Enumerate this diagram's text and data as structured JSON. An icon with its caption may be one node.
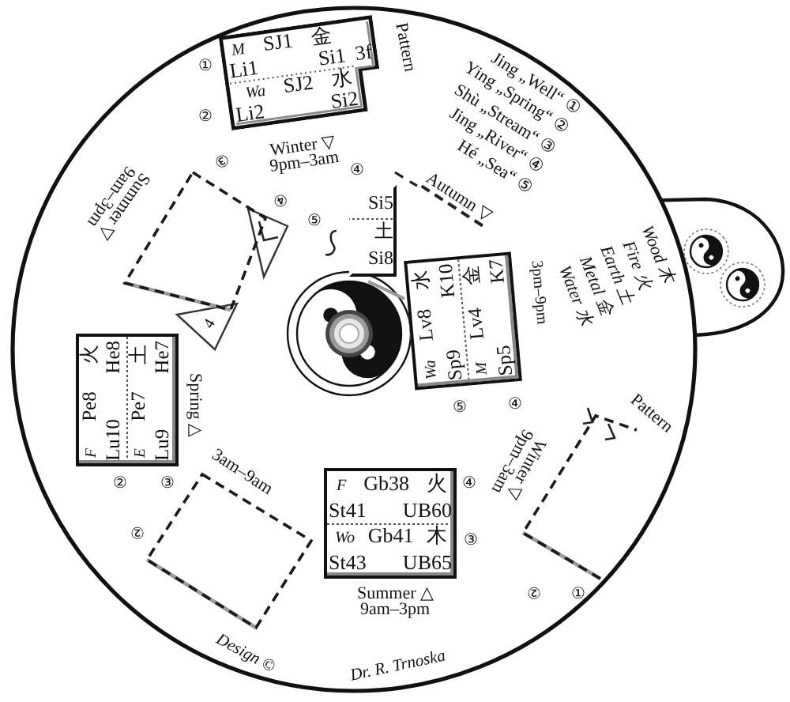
{
  "diagram": {
    "nodes": [
      {
        "text": [
          "*M* SJ1 金",
          "Li1 Si1",
          "3f",
          "*Wa* SJ2 水",
          "Li2 Si2"
        ],
        "beside": [
          "①",
          "②",
          "Winter ▽ 9pm–3am"
        ]
      },
      {
        "text": [],
        "shape": "box",
        "beside": [
          "③",
          "④",
          "Summer ▽ 9am–3pm"
        ]
      },
      {
        "text": [
          "Si5",
          "土",
          "Si8"
        ],
        "beside": [
          "④",
          "⑤"
        ]
      },
      {
        "text": [
          "*Wa* Lv8 水",
          "Sp9 K10",
          "*M* Lv4 金",
          "Sp5 K7"
        ],
        "beside": [
          "⑤",
          "④",
          "Autumn ▽",
          "3pm–9pm"
        ]
      },
      {
        "text": [
          "*F* Pe8 火",
          "Lu10 He8",
          "*E* Pe7 土",
          "Lu9 He7"
        ],
        "beside": [
          "②",
          "③",
          "Spring △"
        ]
      },
      {
        "text": [
          "*F* Gb38 火",
          "St41 UB60",
          "*Wo* Gb41 木",
          "St43 UB65"
        ],
        "beside": [
          "④",
          "③",
          "Summer △ 9am–3pm"
        ]
      },
      {
        "text": [],
        "shape": "box",
        "beside": [
          "②",
          "3am–9am"
        ]
      },
      {
        "text": [],
        "shape": "box",
        "beside": [
          "①",
          "②",
          "Winter ▽ 9pm–3am"
        ]
      }
    ],
    "labels": [
      "Pattern",
      "Jing „Well“ ①",
      "Ying „Spring“ ②",
      "Shù „Stream“ ③",
      "Jing „River“ ④",
      "Hé „Sea“ ⑤",
      "Wood 木",
      "Fire 火",
      "Earth 土",
      "Metal 金",
      "Water 水",
      "4",
      "Pattern",
      "Design ©",
      "Dr. R. Trnoska"
    ]
  }
}
